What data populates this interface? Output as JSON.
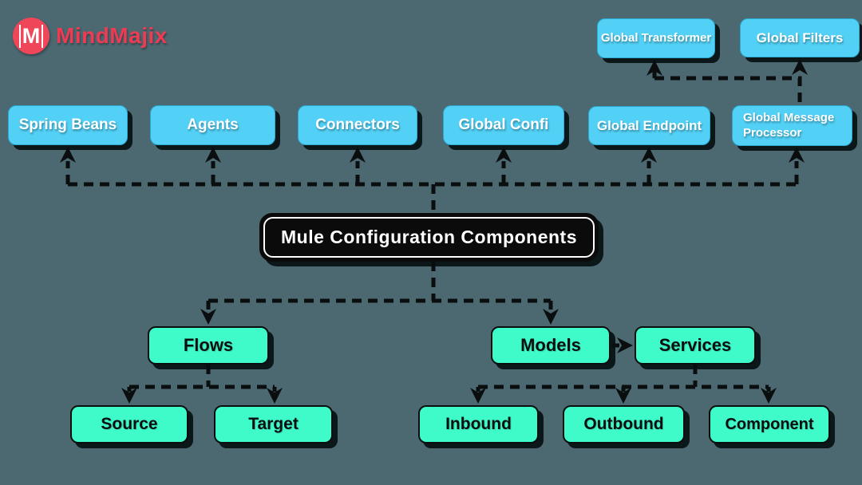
{
  "logo": {
    "brand": "MindMajix",
    "monogram": "M"
  },
  "root_node": {
    "label": "Mule Configuration Components"
  },
  "global_nodes": [
    {
      "label": "Global Transformer"
    },
    {
      "label": "Global Filters"
    }
  ],
  "config_nodes": [
    {
      "label": "Spring Beans"
    },
    {
      "label": "Agents"
    },
    {
      "label": "Connectors"
    },
    {
      "label": "Global Confi"
    },
    {
      "label": "Global Endpoint"
    },
    {
      "label": "Global Message Processor"
    }
  ],
  "structure_nodes": [
    {
      "label": "Flows"
    },
    {
      "label": "Models"
    },
    {
      "label": "Services"
    }
  ],
  "flow_nodes": [
    {
      "label": "Source"
    },
    {
      "label": "Target"
    }
  ],
  "service_nodes": [
    {
      "label": "Inbound"
    },
    {
      "label": "Outbound"
    },
    {
      "label": "Component"
    }
  ],
  "colors": {
    "background": "#4c6871",
    "cyan_node": "#52d0f5",
    "green_node": "#3ffac9",
    "root_node": "#0b0b0b",
    "connector": "#0b0e0f",
    "brand_red": "#ee3b53",
    "text_light": "#ffffff",
    "text_dark": "#0b0e0f"
  }
}
